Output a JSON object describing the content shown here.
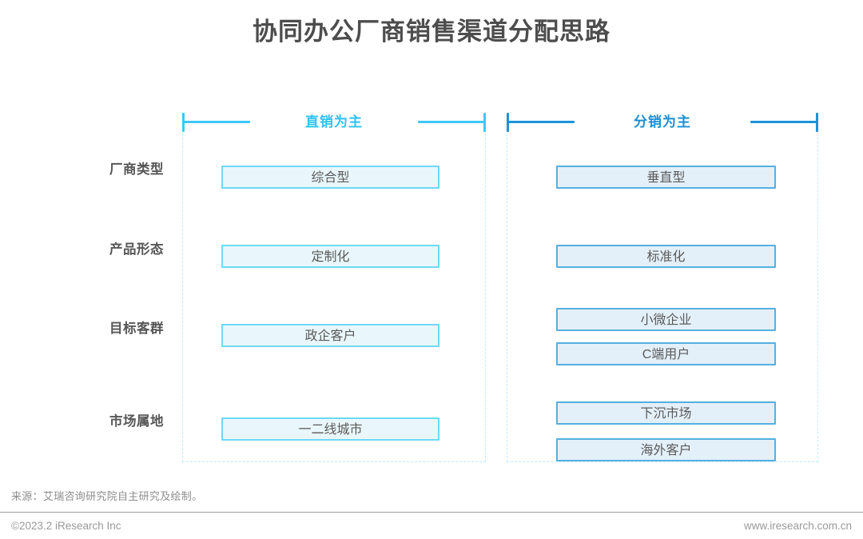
{
  "title": "协同办公厂商销售渠道分配思路",
  "rows": [
    {
      "label": "厂商类型"
    },
    {
      "label": "产品形态"
    },
    {
      "label": "目标客群"
    },
    {
      "label": "市场属地"
    }
  ],
  "columns": {
    "left": {
      "header": "直销为主",
      "accent": "#2ec2f3",
      "box_border": "#6fd8f7",
      "box_fill": "#e9f7fc",
      "cells": [
        [
          "综合型"
        ],
        [
          "定制化"
        ],
        [
          "政企客户"
        ],
        [
          "一二线城市"
        ]
      ]
    },
    "right": {
      "header": "分销为主",
      "accent": "#1c8fd4",
      "box_border": "#55b0e0",
      "box_fill": "#e4f0f9",
      "cells": [
        [
          "垂直型"
        ],
        [
          "标准化"
        ],
        [
          "小微企业",
          "C端用户"
        ],
        [
          "下沉市场",
          "海外客户"
        ]
      ]
    }
  },
  "footer": {
    "source": "来源：艾瑞咨询研究院自主研究及绘制。",
    "copyright": "©2023.2 iResearch Inc",
    "website": "www.iresearch.com.cn"
  },
  "chart_data": {
    "type": "table",
    "title": "协同办公厂商销售渠道分配思路",
    "categories": [
      "厂商类型",
      "产品形态",
      "目标客群",
      "市场属地"
    ],
    "series": [
      {
        "name": "直销为主",
        "values": [
          [
            "综合型"
          ],
          [
            "定制化"
          ],
          [
            "政企客户"
          ],
          [
            "一二线城市"
          ]
        ]
      },
      {
        "name": "分销为主",
        "values": [
          [
            "垂直型"
          ],
          [
            "标准化"
          ],
          [
            "小微企业",
            "C端用户"
          ],
          [
            "下沉市场",
            "海外客户"
          ]
        ]
      }
    ],
    "xlabel": "",
    "ylabel": "",
    "legend": "top"
  }
}
